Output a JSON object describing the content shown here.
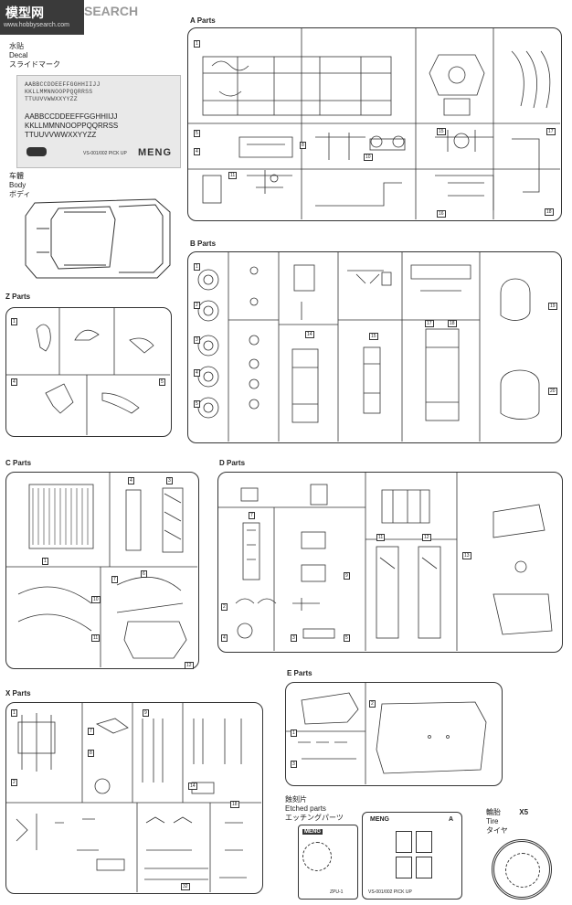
{
  "watermark": {
    "cn_top": "模型网",
    "brand": "SEARCH",
    "site": "www.hobbysearch.com"
  },
  "decal": {
    "title_cn": "水贴",
    "title_en": "Decal",
    "title_jp": "スライドマーク",
    "rows_small": [
      "AABBCCDDEEFFGGHHIIJJ",
      "KKLLMMNNOOPPQQRRSS",
      "TTUUVVWWXXYYZZ"
    ],
    "rows_large": [
      "AABBCCDDEEFFGGHHIIJJ",
      "KKLLMMNNOOPPQQRRSS",
      "TTUUVVWWXXYYZZ"
    ],
    "code": "VS-001/002 PICK UP",
    "brand": "MENG"
  },
  "body_part": {
    "title_cn": "车體",
    "title_en": "Body",
    "title_jp": "ボディ"
  },
  "sprues": {
    "a": "A Parts",
    "b": "B Parts",
    "z": "Z Parts",
    "c": "C Parts",
    "d": "D Parts",
    "x": "X Parts",
    "e": "E Parts"
  },
  "etched": {
    "title_cn": "蝕刻片",
    "title_en": "Etched parts",
    "title_jp": "エッチングパーツ",
    "code_left": "ZPU-1",
    "brand": "MENG",
    "letter": "A",
    "code_right": "VS-001/002 PICK UP"
  },
  "tire": {
    "title_cn": "輪胎",
    "count": "X5",
    "title_en": "Tire",
    "title_jp": "タイヤ"
  },
  "colors": {
    "ink": "#222222",
    "paper": "#ffffff"
  }
}
